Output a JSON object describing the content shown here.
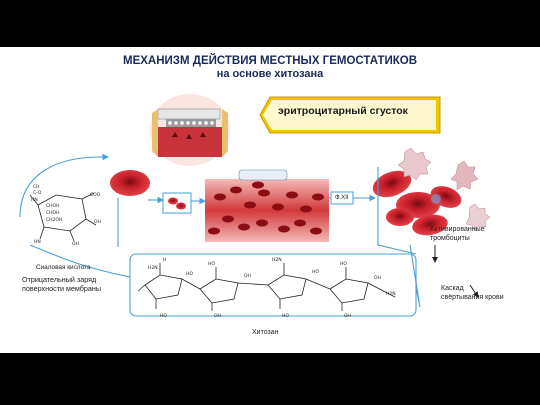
{
  "title": "МЕХАНИЗМ ДЕЙСТВИЯ МЕСТНЫХ ГЕМОСТАТИКОВ",
  "subtitle": "на основе хитозана",
  "banner": "эритроцитарный сгусток",
  "labels": {
    "sialic": "Сиаловая кислота",
    "charge_line1": "Отрицательный заряд",
    "charge_line2": "поверхности мембраны",
    "chitosan": "Хитозан",
    "platelets_line1": "Активированные",
    "platelets_line2": "тромбоциты",
    "cascade_line1": "Каскад",
    "cascade_line2": "свёртывания крови",
    "factor": "Ф.XII"
  },
  "colors": {
    "title": "#1a2a5a",
    "line": "#4a9fd8",
    "banner": "#f2c500",
    "blood": "#c8202a"
  }
}
